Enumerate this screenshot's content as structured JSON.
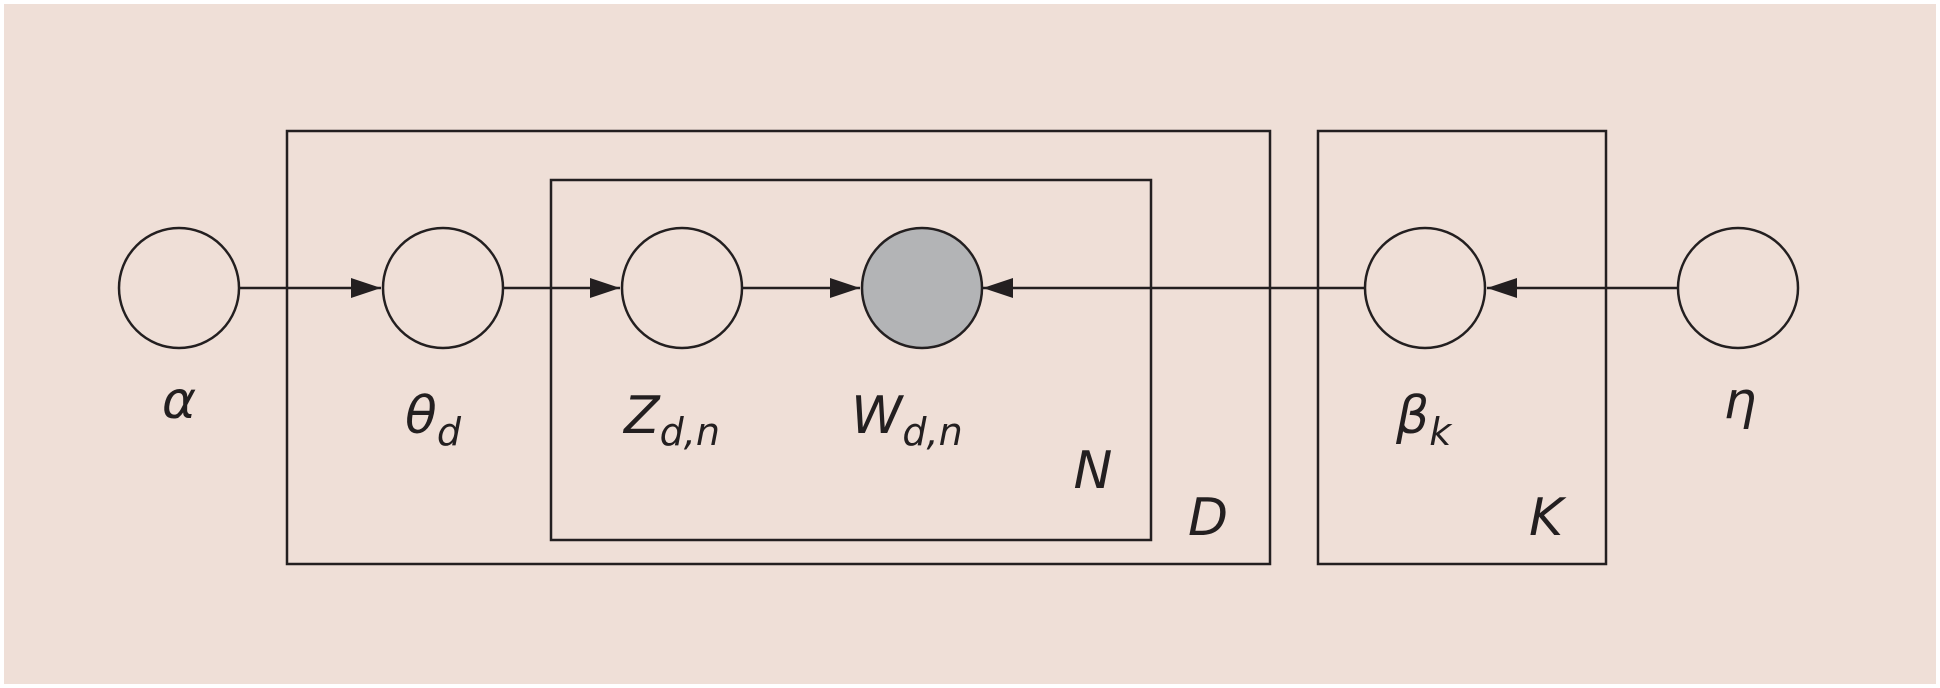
{
  "colors": {
    "background": "#efdfd7",
    "stroke": "#231f20",
    "node_fill": "#efdfd7",
    "observed_fill": "#b3b4b6"
  },
  "nodes": {
    "alpha": {
      "symbol": "α",
      "sub": "",
      "observed": false
    },
    "theta": {
      "symbol": "θ",
      "sub": "d",
      "observed": false
    },
    "z": {
      "symbol": "Z",
      "sub": "d,n",
      "observed": false
    },
    "w": {
      "symbol": "W",
      "sub": "d,n",
      "observed": true
    },
    "beta": {
      "symbol": "β",
      "sub": "k",
      "observed": false
    },
    "eta": {
      "symbol": "η",
      "sub": "",
      "observed": false
    }
  },
  "plates": {
    "N": {
      "label": "N"
    },
    "D": {
      "label": "D"
    },
    "K": {
      "label": "K"
    }
  },
  "edges": [
    {
      "from": "alpha",
      "to": "theta"
    },
    {
      "from": "theta",
      "to": "z"
    },
    {
      "from": "z",
      "to": "w"
    },
    {
      "from": "beta",
      "to": "w"
    },
    {
      "from": "eta",
      "to": "beta"
    }
  ]
}
